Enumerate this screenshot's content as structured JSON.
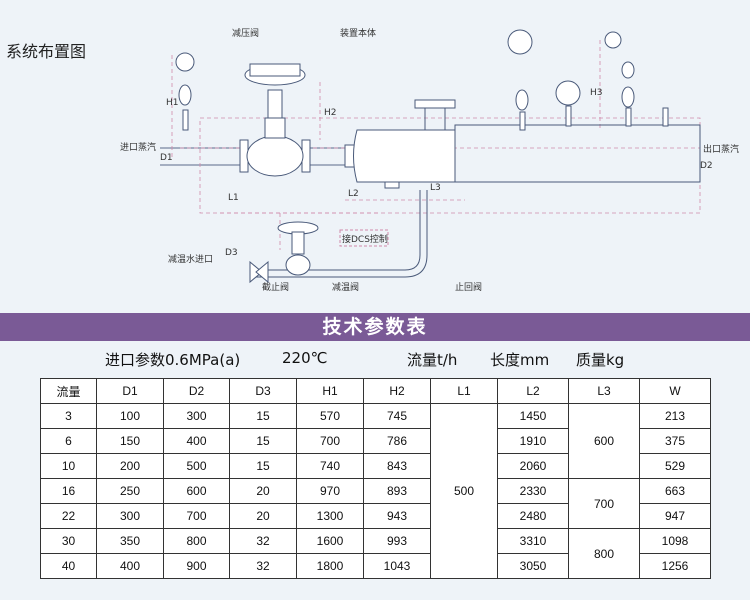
{
  "section_title": "系统布置图",
  "diagram_labels": {
    "pressure_reducing_valve": "减压阀",
    "desuperheater_body": "装置本体",
    "inlet_steam": "进口蒸汽",
    "outlet_steam": "出口蒸汽",
    "desuperheating_water_inlet": "减温水进口",
    "stop_valve": "截止阀",
    "temp_reducing_valve": "减温阀",
    "check_valve": "止回阀",
    "dcs": "接DCS控制",
    "d1": "D1",
    "d2": "D2",
    "d3": "D3",
    "h1": "H1",
    "h2": "H2",
    "h3": "H3",
    "l1": "L1",
    "l2": "L2",
    "l3": "L3"
  },
  "banner_title": "技术参数表",
  "params": {
    "inlet": "进口参数0.6MPa(a)",
    "temp": "220℃",
    "flow_unit": "流量t/h",
    "length_unit": "长度mm",
    "mass_unit": "质量kg"
  },
  "table": {
    "headers": [
      "流量",
      "D1",
      "D2",
      "D3",
      "H1",
      "H2",
      "L1",
      "L2",
      "L3",
      "W"
    ],
    "rows": [
      [
        "3",
        "100",
        "300",
        "15",
        "570",
        "745",
        "1450",
        "213"
      ],
      [
        "6",
        "150",
        "400",
        "15",
        "700",
        "786",
        "1910",
        "375"
      ],
      [
        "10",
        "200",
        "500",
        "15",
        "740",
        "843",
        "2060",
        "529"
      ],
      [
        "16",
        "250",
        "600",
        "20",
        "970",
        "893",
        "2330",
        "663"
      ],
      [
        "22",
        "300",
        "700",
        "20",
        "1300",
        "943",
        "2480",
        "947"
      ],
      [
        "30",
        "350",
        "800",
        "32",
        "1600",
        "993",
        "3310",
        "1098"
      ],
      [
        "40",
        "400",
        "900",
        "32",
        "1800",
        "1043",
        "3050",
        "1256"
      ]
    ],
    "l1_merged": "500",
    "l3_groups": [
      "600",
      "700",
      "800"
    ]
  }
}
